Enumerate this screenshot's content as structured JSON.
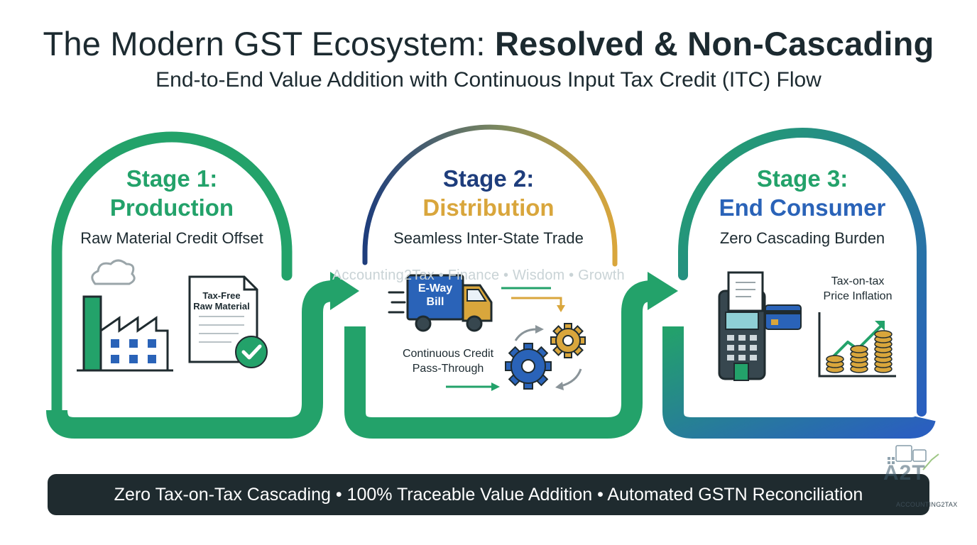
{
  "header": {
    "title_regular": "The Modern GST Ecosystem: ",
    "title_bold": "Resolved & Non-Cascading",
    "subtitle": "End-to-End Value Addition with Continuous Input Tax Credit (ITC) Flow"
  },
  "stages": [
    {
      "title_line1": "Stage 1:",
      "title_line2": "Production",
      "subtitle": "Raw Material Credit Offset",
      "document_label_line1": "Tax-Free",
      "document_label_line2": "Raw Material"
    },
    {
      "title_line1": "Stage 2:",
      "title_line2": "Distribution",
      "subtitle": "Seamless Inter-State Trade",
      "truck_label_line1": "E-Way",
      "truck_label_line2": "Bill",
      "gear_label_line1": "Continuous Credit",
      "gear_label_line2": "Pass-Through"
    },
    {
      "title_line1": "Stage 3:",
      "title_line2": "End Consumer",
      "subtitle": "Zero Cascading Burden",
      "chart_label_line1": "Tax-on-tax",
      "chart_label_line2": "Price Inflation"
    }
  ],
  "watermark": "Accounting2Tax • Finance • Wisdom • Growth",
  "banner": {
    "text": "Zero Tax-on-Tax Cascading • 100% Traceable Value Addition • Automated GSTN Reconciliation"
  },
  "logo": {
    "mark": "A2T",
    "name": "ACCOUNTING2TAX"
  },
  "colors": {
    "green": "#23a26a",
    "navy": "#1e3d7c",
    "gold": "#d9a63c",
    "blue": "#2a63b8",
    "dark": "#1f2b2f"
  }
}
